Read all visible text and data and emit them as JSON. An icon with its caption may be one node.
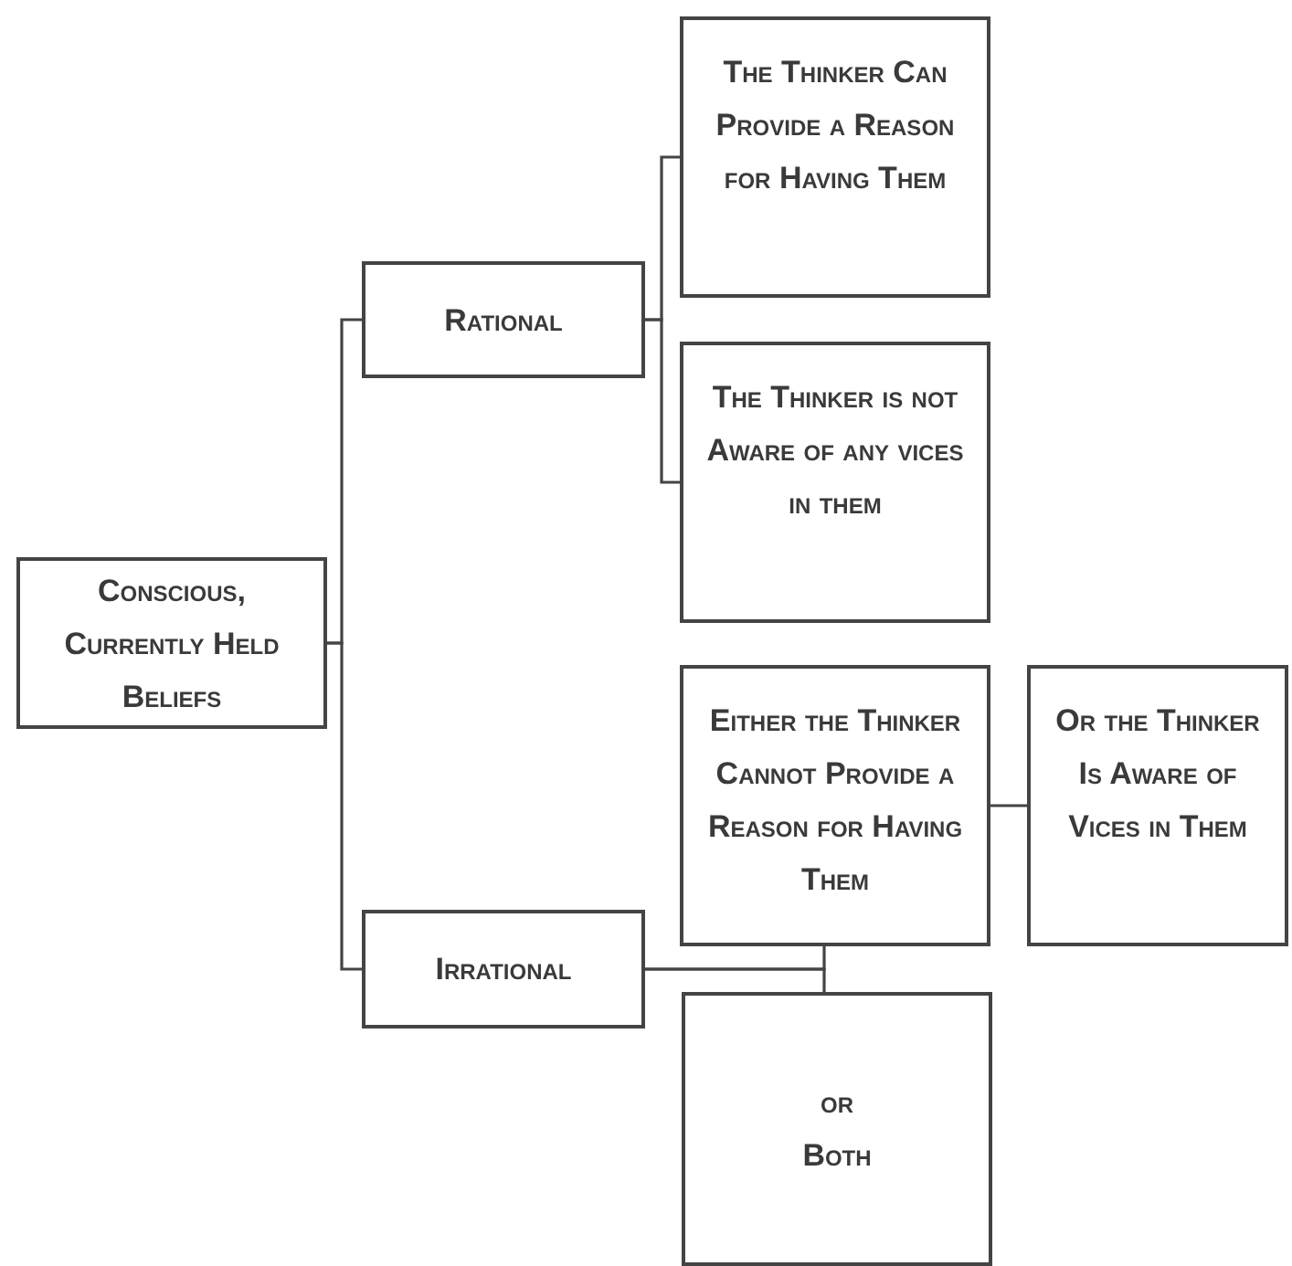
{
  "diagram": {
    "nodes": [
      {
        "text": [
          "Conscious, Currently Held Beliefs"
        ]
      },
      {
        "text": [
          "Rational"
        ]
      },
      {
        "text": [
          "The Thinker Can Provide a Reason for Having Them"
        ]
      },
      {
        "text": [
          "The Thinker is not Aware of any vices in them"
        ]
      },
      {
        "text": [
          "Irrational"
        ]
      },
      {
        "text": [
          "Either the Thinker Cannot Provide a Reason for Having Them"
        ]
      },
      {
        "text": [
          "Or the Thinker Is Aware of Vices in Them"
        ]
      },
      {
        "text": [
          "or Both"
        ]
      }
    ],
    "edges": [
      {
        "from": 0,
        "to": 1,
        "arrow": "none"
      },
      {
        "from": 0,
        "to": 4,
        "arrow": "none"
      },
      {
        "from": 1,
        "to": 2,
        "arrow": "none"
      },
      {
        "from": 1,
        "to": 3,
        "arrow": "none"
      },
      {
        "from": 4,
        "to": 5,
        "arrow": "none"
      },
      {
        "from": 4,
        "to": 7,
        "arrow": "none"
      },
      {
        "from": 5,
        "to": 6,
        "arrow": "none"
      }
    ]
  }
}
